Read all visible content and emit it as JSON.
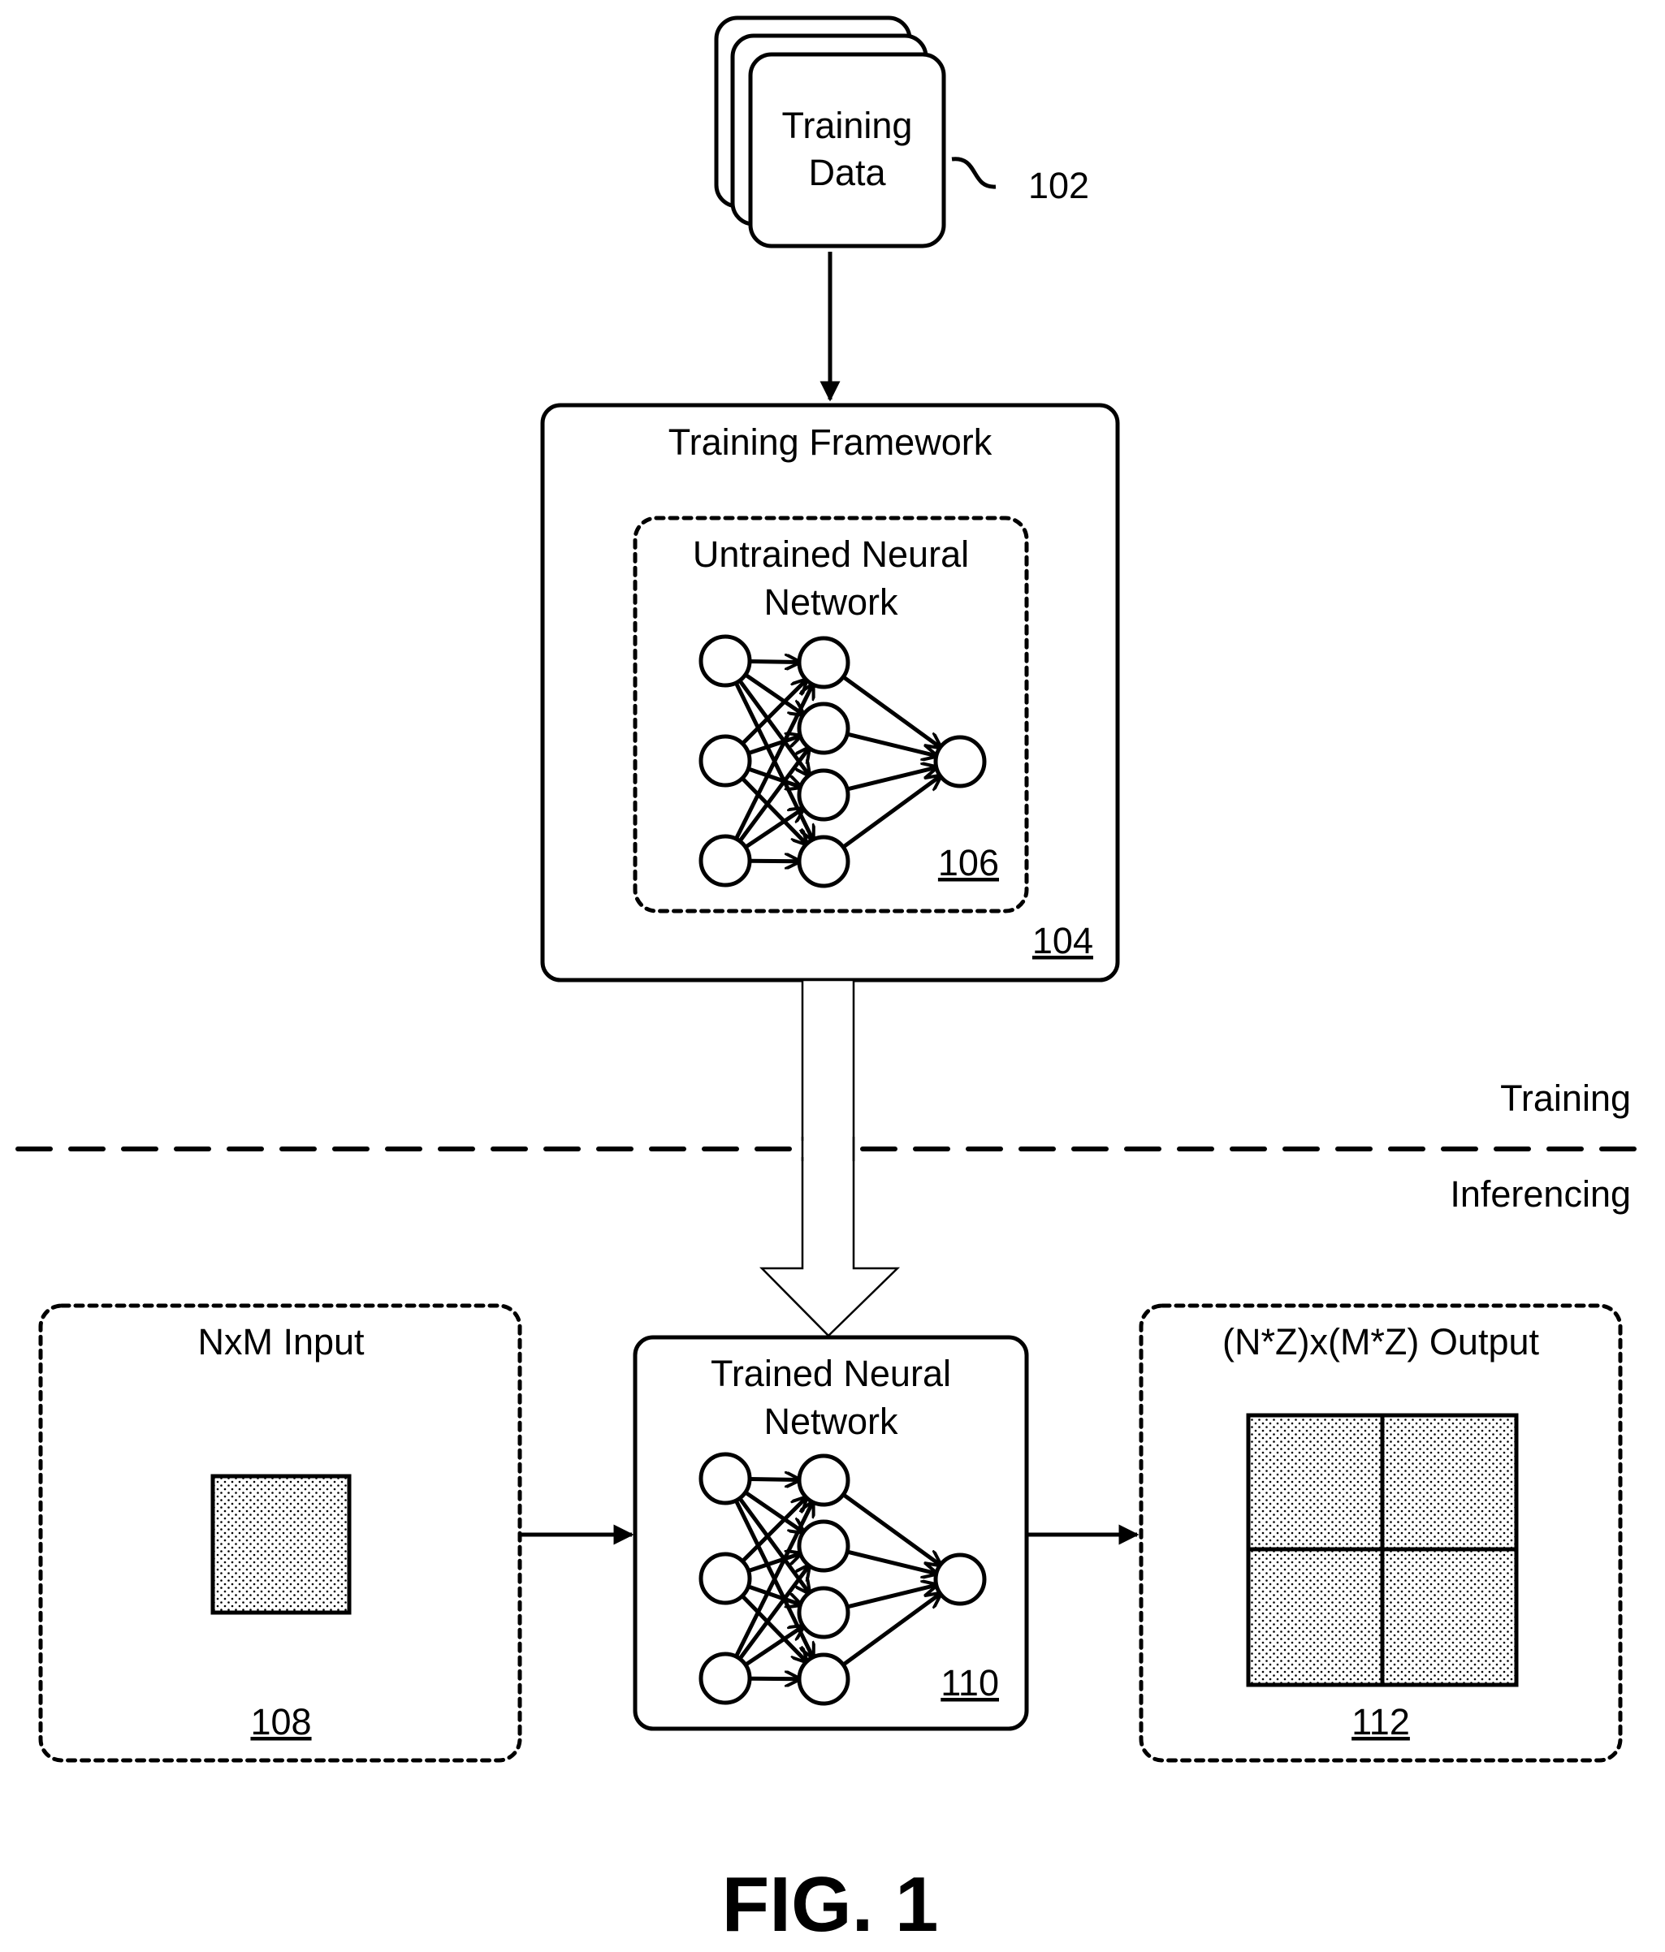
{
  "figure": {
    "caption": "FIG. 1",
    "phase_labels": {
      "training": "Training",
      "inferencing": "Inferencing"
    }
  },
  "training_data": {
    "line1": "Training",
    "line2": "Data",
    "ref": "102"
  },
  "training_framework": {
    "title": "Training Framework",
    "ref": "104"
  },
  "untrained_network": {
    "line1": "Untrained Neural",
    "line2": "Network",
    "ref": "106"
  },
  "input": {
    "title": "NxM Input",
    "ref": "108"
  },
  "trained_network": {
    "line1": "Trained Neural",
    "line2": "Network",
    "ref": "110"
  },
  "output": {
    "title": "(N*Z)x(M*Z) Output",
    "ref": "112",
    "tiles": 4
  },
  "network_topology": {
    "layers": [
      3,
      4,
      1
    ]
  }
}
